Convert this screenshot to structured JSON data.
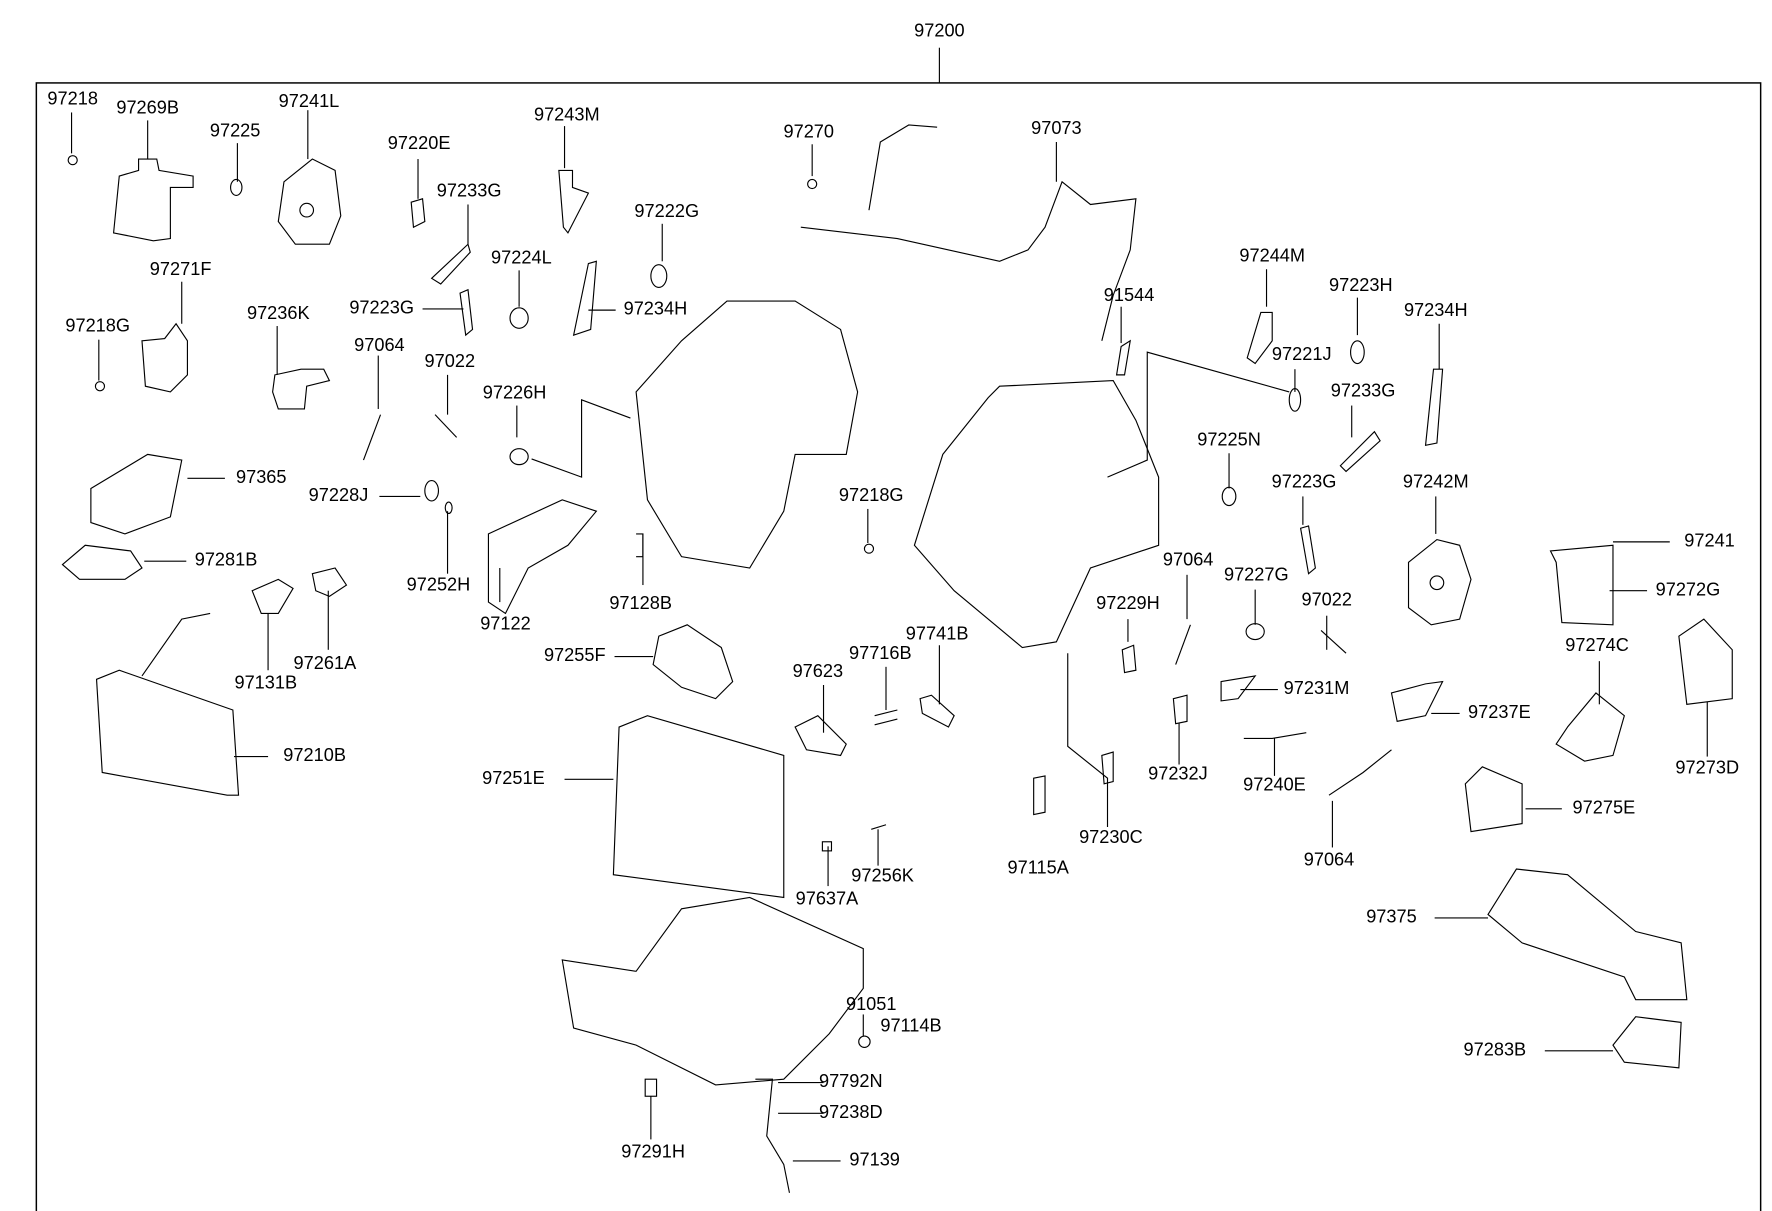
{
  "diagram": {
    "title": "97200",
    "type": "exploded parts diagram",
    "callouts": [
      {
        "id": "c01",
        "label": "97218"
      },
      {
        "id": "c02",
        "label": "97269B"
      },
      {
        "id": "c03",
        "label": "97225"
      },
      {
        "id": "c04",
        "label": "97241L"
      },
      {
        "id": "c05",
        "label": "97220E"
      },
      {
        "id": "c06",
        "label": "97233G"
      },
      {
        "id": "c07",
        "label": "97243M"
      },
      {
        "id": "c08",
        "label": "97222G"
      },
      {
        "id": "c09",
        "label": "97270"
      },
      {
        "id": "c10",
        "label": "97073"
      },
      {
        "id": "c11",
        "label": "97271F"
      },
      {
        "id": "c12",
        "label": "97224L"
      },
      {
        "id": "c13",
        "label": "97223G"
      },
      {
        "id": "c14",
        "label": "97234H"
      },
      {
        "id": "c15",
        "label": "97218G"
      },
      {
        "id": "c16",
        "label": "97236K"
      },
      {
        "id": "c17",
        "label": "97064"
      },
      {
        "id": "c18",
        "label": "97022"
      },
      {
        "id": "c19",
        "label": "97226H"
      },
      {
        "id": "c20",
        "label": "97365"
      },
      {
        "id": "c21",
        "label": "97228J"
      },
      {
        "id": "c22",
        "label": "97281B"
      },
      {
        "id": "c23",
        "label": "97252H"
      },
      {
        "id": "c24",
        "label": "97122"
      },
      {
        "id": "c25",
        "label": "97128B"
      },
      {
        "id": "c26",
        "label": "97218G"
      },
      {
        "id": "c27",
        "label": "97131B"
      },
      {
        "id": "c28",
        "label": "97261A"
      },
      {
        "id": "c29",
        "label": "97210B"
      },
      {
        "id": "c30",
        "label": "97255F"
      },
      {
        "id": "c31",
        "label": "97623"
      },
      {
        "id": "c32",
        "label": "97716B"
      },
      {
        "id": "c33",
        "label": "97741B"
      },
      {
        "id": "c34",
        "label": "97251E"
      },
      {
        "id": "c35",
        "label": "97637A"
      },
      {
        "id": "c36",
        "label": "97256K"
      },
      {
        "id": "c37",
        "label": "91051"
      },
      {
        "id": "c38",
        "label": "97114B"
      },
      {
        "id": "c39",
        "label": "97792N"
      },
      {
        "id": "c40",
        "label": "97238D"
      },
      {
        "id": "c41",
        "label": "97291H"
      },
      {
        "id": "c42",
        "label": "97139"
      },
      {
        "id": "c43",
        "label": "91544"
      },
      {
        "id": "c44",
        "label": "97244M"
      },
      {
        "id": "c45",
        "label": "97223H"
      },
      {
        "id": "c46",
        "label": "97234H"
      },
      {
        "id": "c47",
        "label": "97221J"
      },
      {
        "id": "c48",
        "label": "97233G"
      },
      {
        "id": "c49",
        "label": "97225N"
      },
      {
        "id": "c50",
        "label": "97223G"
      },
      {
        "id": "c51",
        "label": "97242M"
      },
      {
        "id": "c52",
        "label": "97064"
      },
      {
        "id": "c53",
        "label": "97227G"
      },
      {
        "id": "c54",
        "label": "97229H"
      },
      {
        "id": "c55",
        "label": "97022"
      },
      {
        "id": "c56",
        "label": "97241"
      },
      {
        "id": "c57",
        "label": "97272G"
      },
      {
        "id": "c58",
        "label": "97231M"
      },
      {
        "id": "c59",
        "label": "97237E"
      },
      {
        "id": "c60",
        "label": "97274C"
      },
      {
        "id": "c61",
        "label": "97232J"
      },
      {
        "id": "c62",
        "label": "97240E"
      },
      {
        "id": "c63",
        "label": "97273D"
      },
      {
        "id": "c64",
        "label": "97275E"
      },
      {
        "id": "c65",
        "label": "97115A"
      },
      {
        "id": "c66",
        "label": "97230C"
      },
      {
        "id": "c67",
        "label": "97064"
      },
      {
        "id": "c68",
        "label": "97375"
      },
      {
        "id": "c69",
        "label": "97283B"
      }
    ]
  }
}
